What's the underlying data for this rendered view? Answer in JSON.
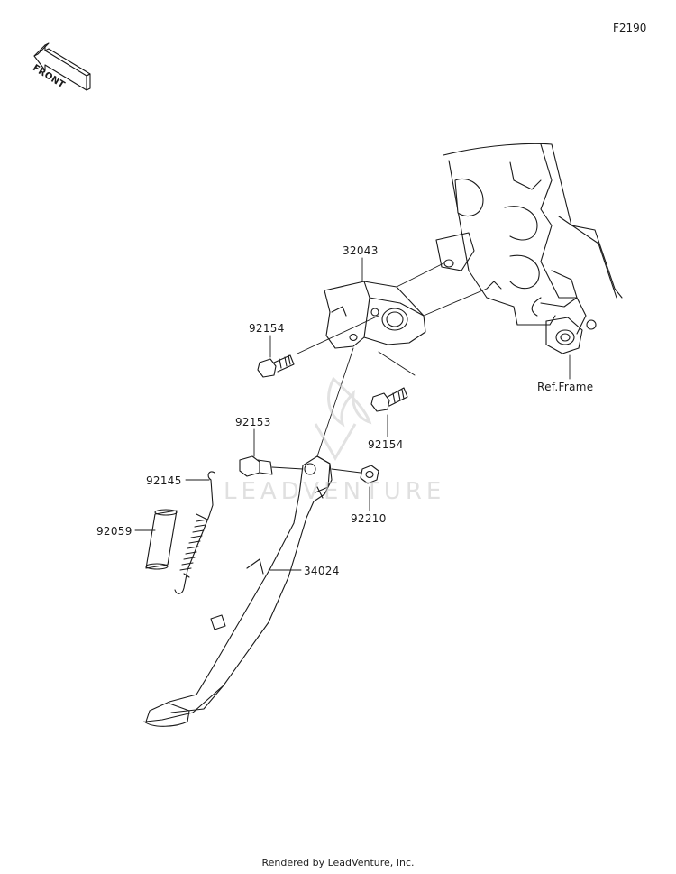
{
  "sheet_id": "F2190",
  "front_badge": "FRONT",
  "ref_frame": "Ref.Frame",
  "watermark": "LEADVENTURE",
  "footer": "Rendered by LeadVenture, Inc.",
  "parts": [
    {
      "number": "32043"
    },
    {
      "number": "92154"
    },
    {
      "number": "92154"
    },
    {
      "number": "92153"
    },
    {
      "number": "92145"
    },
    {
      "number": "92059"
    },
    {
      "number": "34024"
    },
    {
      "number": "92210"
    }
  ]
}
